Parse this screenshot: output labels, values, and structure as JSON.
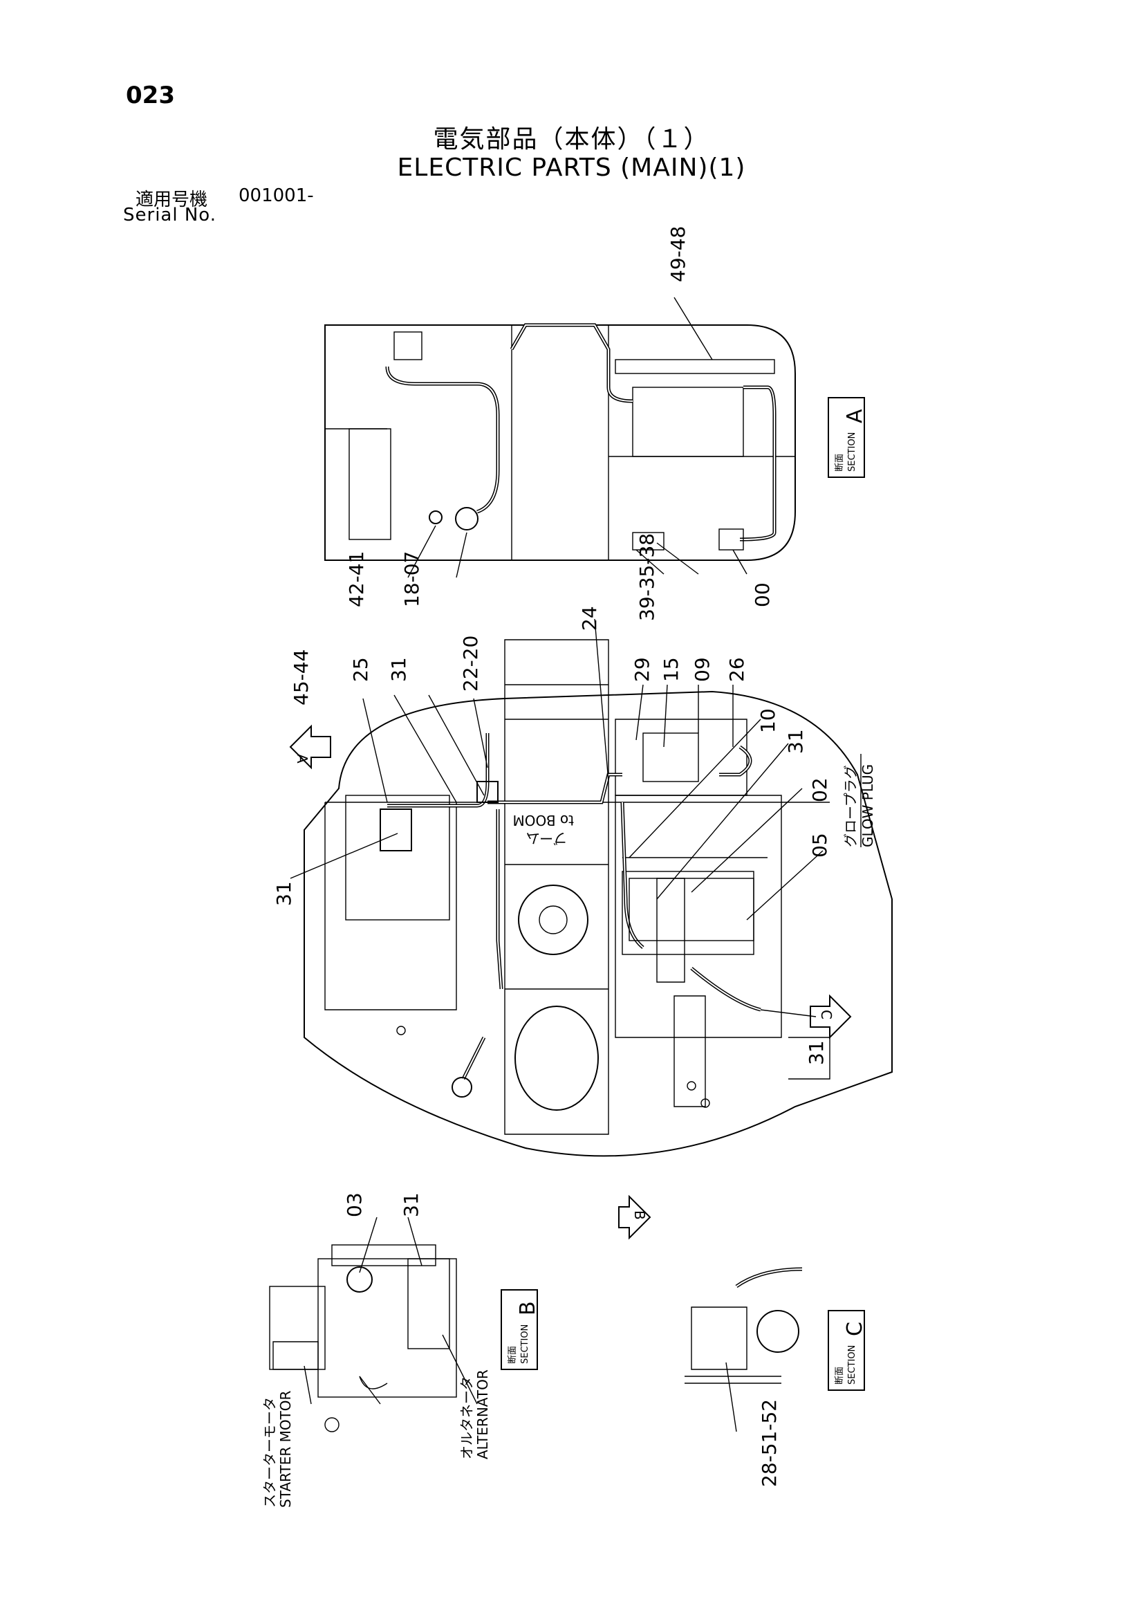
{
  "page": {
    "number": "023",
    "title_jp": "電気部品（本体）（１）",
    "title_en": "ELECTRIC PARTS (MAIN)(1)",
    "serial_label_jp": "適用号機",
    "serial_number": "001001-",
    "serial_label_en": "Serial No."
  },
  "sections": {
    "a": {
      "label_jp": "断面",
      "label_en": "SECTION",
      "letter": "A"
    },
    "b": {
      "label_jp": "断面",
      "label_en": "SECTION",
      "letter": "B"
    },
    "c": {
      "label_jp": "断面",
      "label_en": "SECTION",
      "letter": "C"
    }
  },
  "view_arrows": {
    "a": "A",
    "b": "B",
    "c": "C"
  },
  "callouts": {
    "c49_48": "49-48",
    "c42_41": "42-41",
    "c18_07": "18-07",
    "c39_35_38": "39-35-38",
    "c00": "00",
    "c24": "24",
    "c45_44": "45-44",
    "c25": "25",
    "c31_top": "31",
    "c22_20": "22-20",
    "c29": "29",
    "c15": "15",
    "c09": "09",
    "c26": "26",
    "c10": "10",
    "c31_right": "31",
    "c02": "02",
    "c05": "05",
    "c31_left": "31",
    "c31_bottom": "31",
    "c03": "03",
    "c31_b": "31",
    "c28_51_52": "28-51-52"
  },
  "notes": {
    "glow_plug_jp": "グロープラグ",
    "glow_plug_en": "GLOW PLUG",
    "boom_jp": "ブーム",
    "boom_en": "to BOOM",
    "starter_jp": "スターターモータ",
    "starter_en": "STARTER MOTOR",
    "alternator_jp": "オルタネータ",
    "alternator_en": "ALTERNATOR"
  }
}
